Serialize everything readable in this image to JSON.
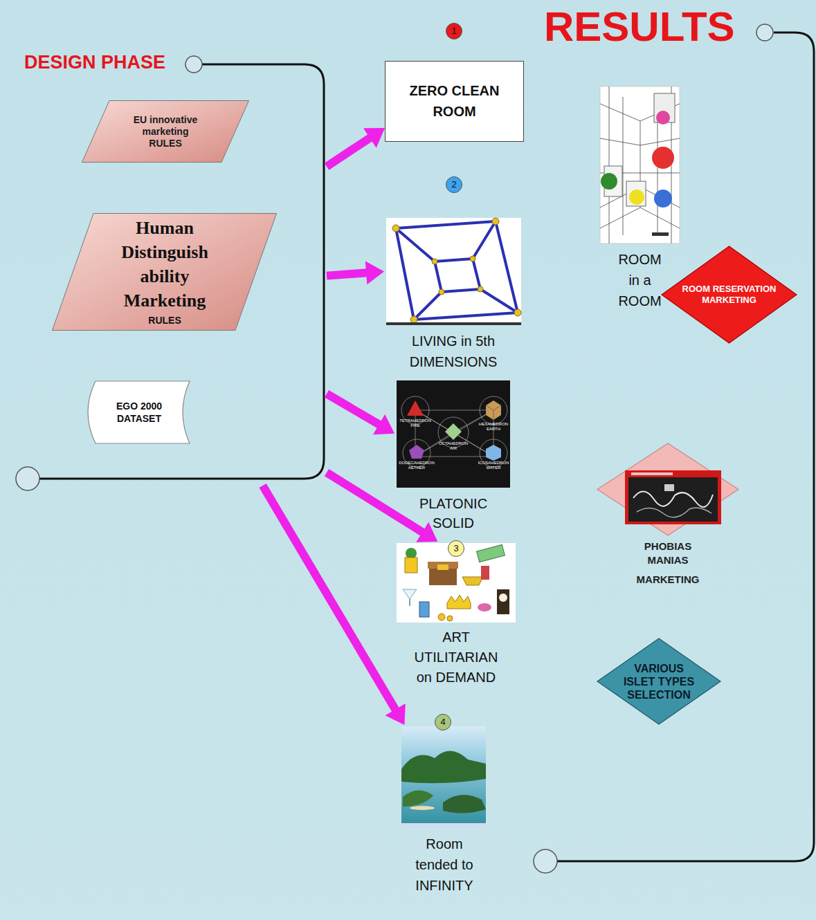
{
  "diagram": {
    "nodes": [
      {
        "text": [
          "DESIGN PHASE"
        ]
      },
      {
        "text": [
          "EU innovative marketing RULES"
        ],
        "in": 0
      },
      {
        "text": [
          "Human Distinguish ability Marketing",
          "RULES"
        ],
        "in": 0
      },
      {
        "text": [
          "EGO 2000 DATASET"
        ],
        "in": 0
      },
      {
        "text": [
          "ZERO CLEAN ROOM"
        ]
      },
      {
        "text": [
          "LIVING in 5th DIMENSIONS"
        ]
      },
      {
        "text": [
          "PLATONIC SOLID"
        ]
      },
      {
        "text": [
          "ART UTILITARIAN on DEMAND"
        ]
      },
      {
        "text": [
          "Room tended to INFINITY"
        ]
      },
      {
        "text": [
          "ROOM in a ROOM"
        ]
      },
      {
        "text": [
          "ROOM RESERVATION MARKETING"
        ]
      },
      {
        "text": [
          "PHOBIAS MANIAS",
          "MARKETING"
        ]
      },
      {
        "text": [
          "VARIOUS ISLET TYPES SELECTION"
        ]
      }
    ],
    "edges": [
      {
        "from": 0,
        "to": 4,
        "arrow": "to"
      },
      {
        "from": 0,
        "to": 5,
        "arrow": "to"
      },
      {
        "from": 0,
        "to": 6,
        "arrow": "to"
      },
      {
        "from": 0,
        "to": 7,
        "arrow": "to"
      },
      {
        "from": 0,
        "to": 8,
        "arrow": "to"
      },
      {
        "from": 4,
        "to": 10,
        "arrow": "both"
      },
      {
        "from": 0,
        "to": 10,
        "arrow": "both"
      },
      {
        "from": 10,
        "to": 6,
        "arrow": "both"
      },
      {
        "from": 10,
        "to": 7,
        "arrow": "both"
      },
      {
        "from": 10,
        "to": 8,
        "arrow": "both"
      },
      {
        "from": 0,
        "to": 12,
        "arrow": "both"
      },
      {
        "from": 11,
        "to": 10,
        "arrow": "both"
      },
      {
        "from": 10,
        "to": 12,
        "arrow": "both"
      },
      {
        "from": 12,
        "to": 8,
        "arrow": "both"
      },
      {
        "from": 4,
        "to": 9,
        "arrow": "none"
      },
      {
        "from": 4,
        "to": 6,
        "arrow": "none"
      },
      {
        "from": 4,
        "to": 7,
        "arrow": "none"
      },
      {
        "from": 4,
        "to": 11,
        "arrow": "none"
      }
    ],
    "labels": [
      "RESULTS",
      "1",
      "2",
      "3",
      "4",
      "TETRAHEDRON",
      "FIRE",
      "HEXAHEDRON",
      "EARTH",
      "OCTAHEDRON",
      "AIR",
      "DODECAHEDRON",
      "AETHER",
      "ICOSAHEDRON",
      "WATER"
    ]
  }
}
